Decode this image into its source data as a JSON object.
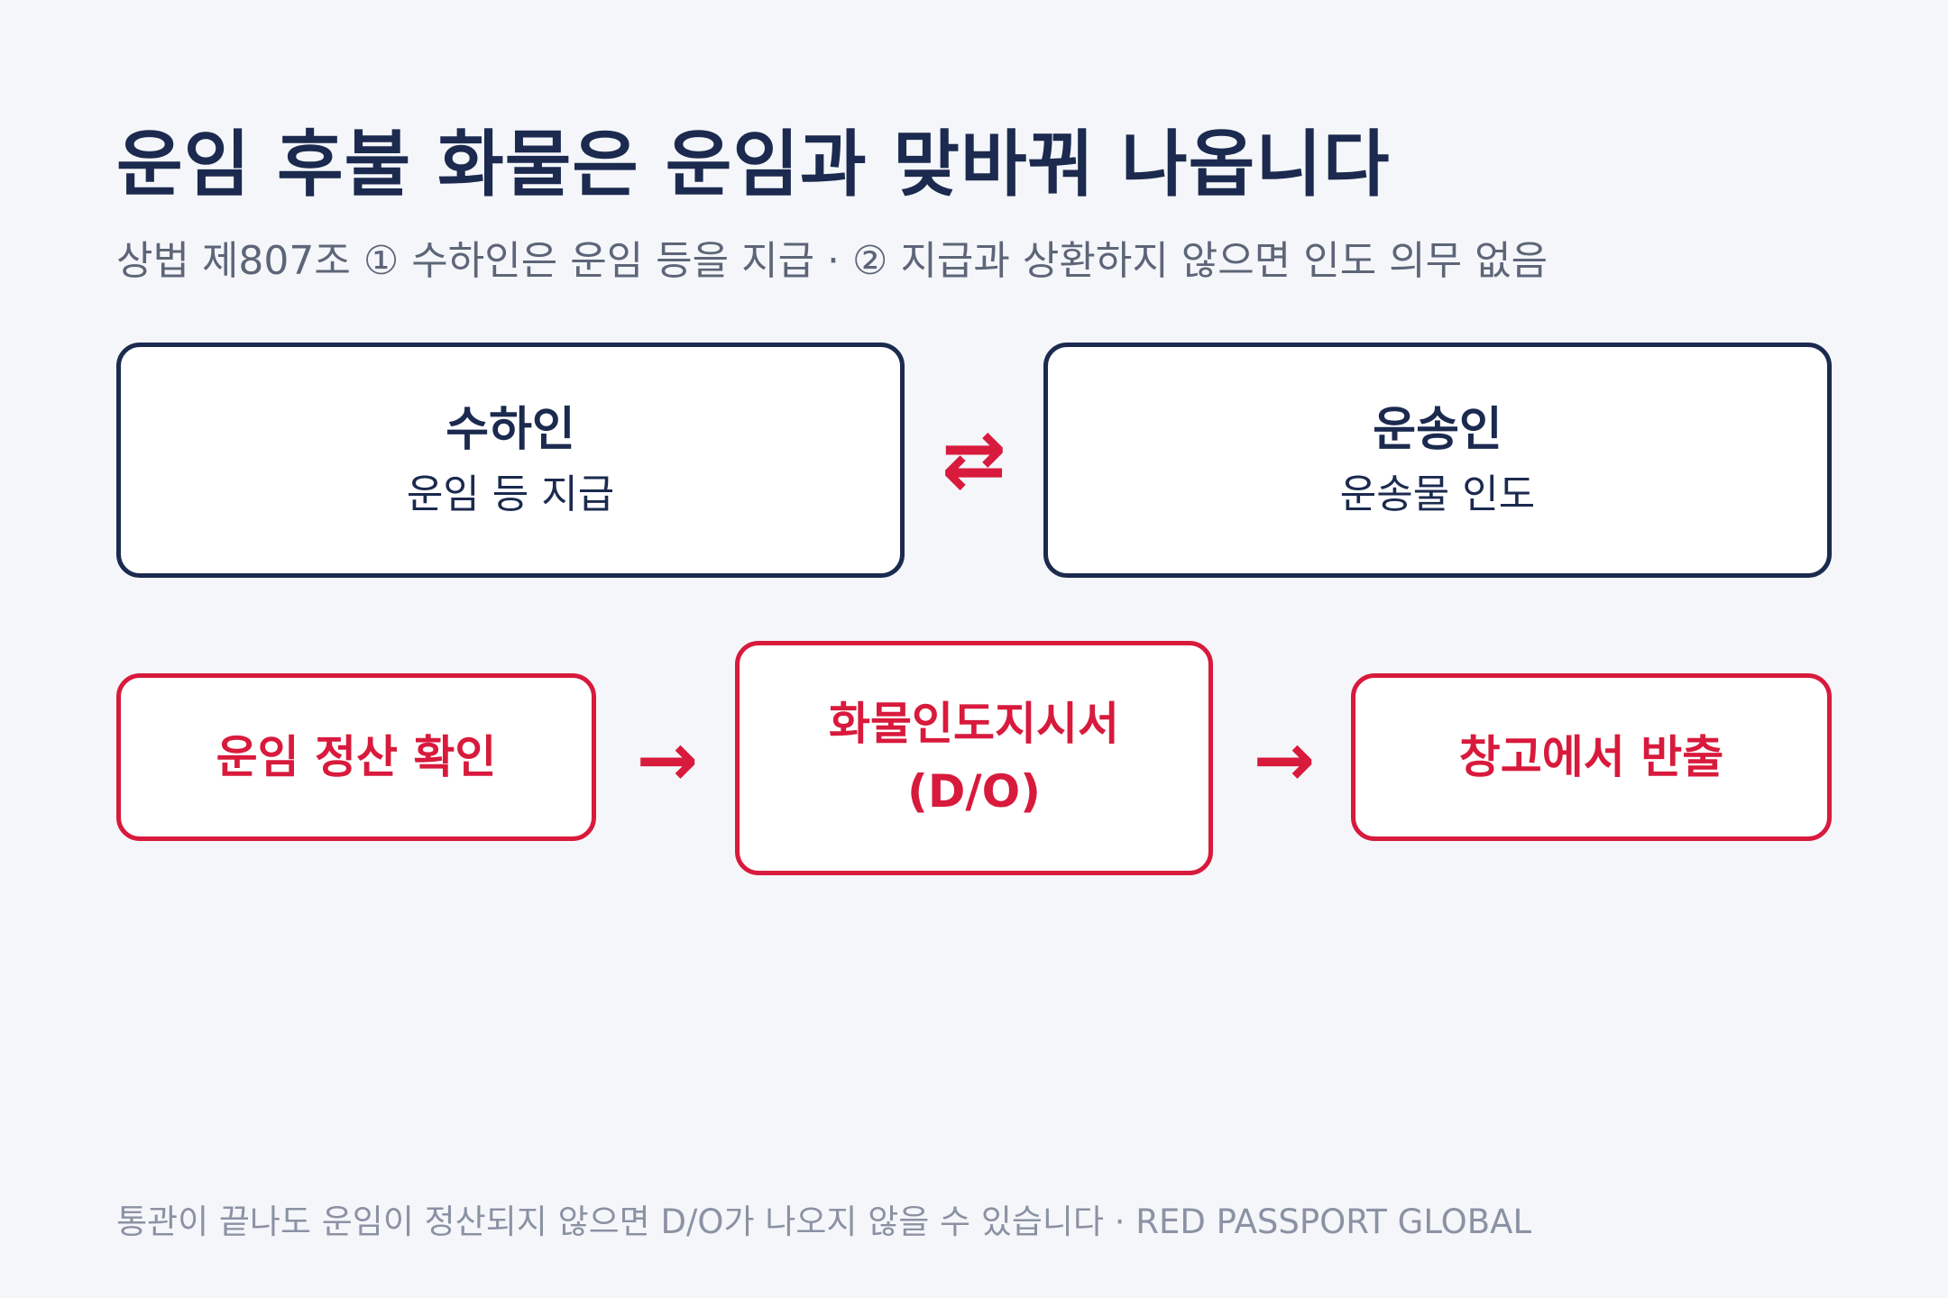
{
  "title": "운임 후불 화물은 운임과 맞바꿔 나옵니다",
  "subtitle": "상법 제807조 ① 수하인은 운임 등을 지급 · ② 지급과 상환하지 않으면 인도 의무 없음",
  "exchange": {
    "left": {
      "name": "수하인",
      "role": "운임 등 지급"
    },
    "symbol": "⇄",
    "right": {
      "name": "운송인",
      "role": "운송물 인도"
    }
  },
  "flow": {
    "step1": "운임 정산 확인",
    "arrow1": "→",
    "step2": {
      "line1": "화물인도지시서",
      "line2": "(D/O)"
    },
    "arrow2": "→",
    "step3": "창고에서 반출"
  },
  "footer": "통관이 끝나도 운임이 정산되지 않으면 D/O가 나오지 않을 수 있습니다 · RED PASSPORT GLOBAL",
  "colors": {
    "navy": "#1b2a4e",
    "accent_red": "#d81a3c",
    "background": "#f5f6fa"
  }
}
